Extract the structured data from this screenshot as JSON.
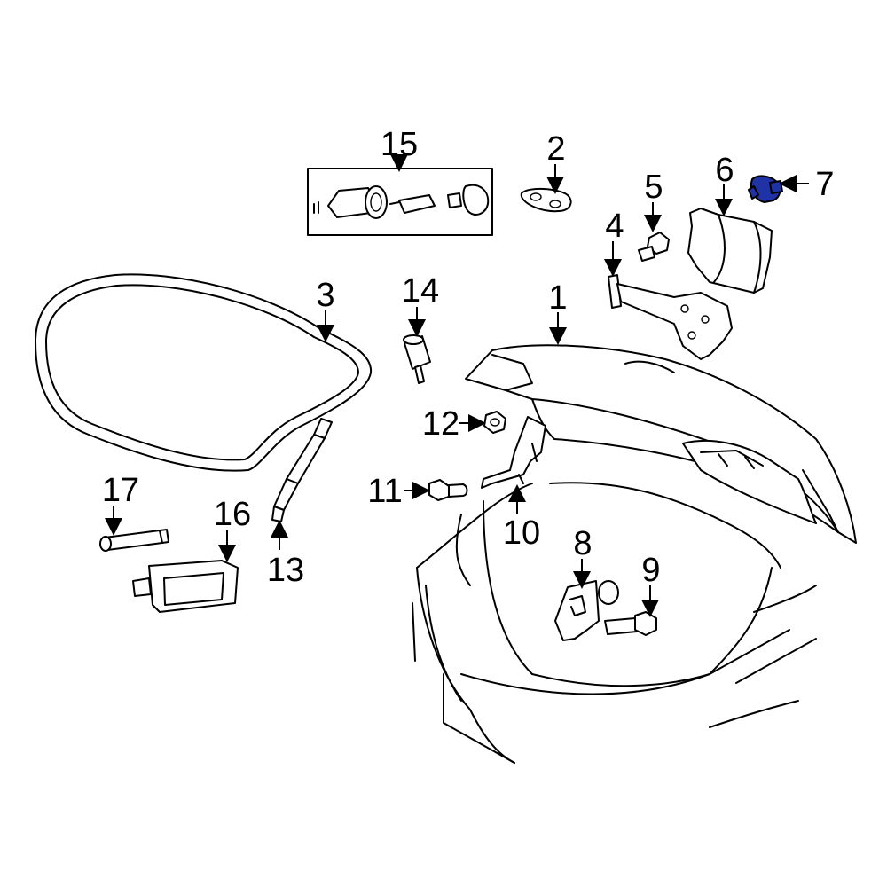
{
  "colors": {
    "line": "#000000",
    "background": "#ffffff",
    "highlight": "#1f33a6"
  },
  "callouts": {
    "c1": "1",
    "c2": "2",
    "c3": "3",
    "c4": "4",
    "c5": "5",
    "c6": "6",
    "c7": "7",
    "c8": "8",
    "c9": "9",
    "c10": "10",
    "c11": "11",
    "c12": "12",
    "c13": "13",
    "c14": "14",
    "c15": "15",
    "c16": "16",
    "c17": "17"
  },
  "highlighted_part": "7",
  "icons": {
    "highlighted": "fastener-icon"
  }
}
